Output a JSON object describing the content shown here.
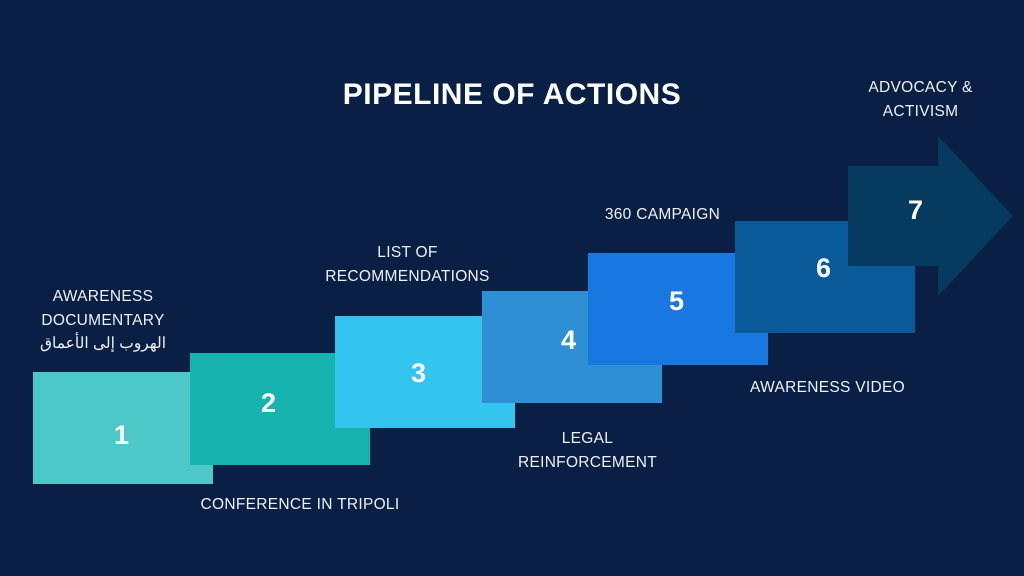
{
  "slide": {
    "title": "PIPELINE OF ACTIONS",
    "background_color": "#0a1f44",
    "text_color": "#eef2f7"
  },
  "steps": [
    {
      "number": "1",
      "label": "AWARENESS\nDOCUMENTARY",
      "label_arabic": "الهروب إلى الأعماق",
      "label_position": "above",
      "color": "#4dc8c8",
      "shadow_color": "#3aa8a8"
    },
    {
      "number": "2",
      "label": "CONFERENCE IN TRIPOLI",
      "label_position": "below",
      "color": "#17b3ae",
      "shadow_color": "#11928f"
    },
    {
      "number": "3",
      "label": "LIST OF\nRECOMMENDATIONS",
      "label_position": "above",
      "color": "#33c5f0",
      "shadow_color": "#27a2c8"
    },
    {
      "number": "4",
      "label": "LEGAL\nREINFORCEMENT",
      "label_position": "below",
      "color": "#2e8fd4",
      "shadow_color": "#2574ad"
    },
    {
      "number": "5",
      "label": "360 CAMPAIGN",
      "label_position": "above",
      "color": "#1877e0",
      "shadow_color": "#145fb4"
    },
    {
      "number": "6",
      "label": "AWARENESS VIDEO",
      "label_position": "below",
      "color": "#0a5a99",
      "shadow_color": "#084877"
    },
    {
      "number": "7",
      "label": "ADVOCACY &\nACTIVISM",
      "label_position": "above",
      "color": "#063a5e",
      "shadow_color": "#042c47"
    }
  ]
}
